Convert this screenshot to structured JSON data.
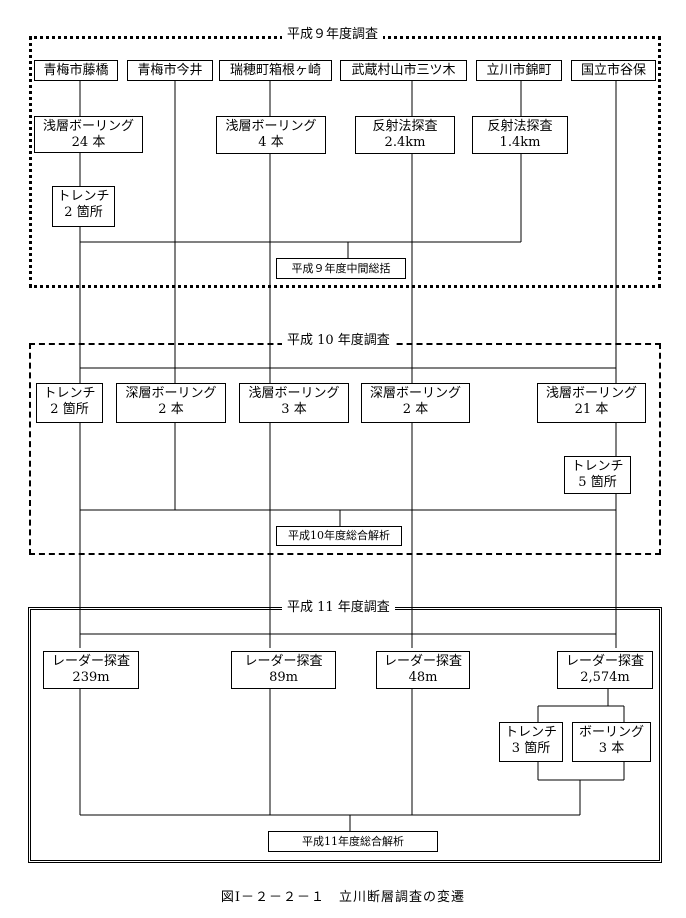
{
  "caption": "図Ⅰ－２－２－１　立川断層調査の変遷",
  "sections": [
    {
      "title": "平成９年度調査",
      "sites": [
        "青梅市藤橋",
        "青梅市今井",
        "瑞穂町箱根ヶ崎",
        "武蔵村山市三ツ木",
        "立川市錦町",
        "国立市谷保"
      ],
      "surveys": [
        {
          "l1": "浅層ボーリング",
          "l2": "24 本"
        },
        {
          "l1": "浅層ボーリング",
          "l2": "4 本"
        },
        {
          "l1": "反射法探査",
          "l2": "2.4km"
        },
        {
          "l1": "反射法探査",
          "l2": "1.4km"
        },
        {
          "l1": "トレンチ",
          "l2": "2 箇所"
        }
      ],
      "summary": "平成９年度中間総括"
    },
    {
      "title": "平成 10 年度調査",
      "surveys": [
        {
          "l1": "トレンチ",
          "l2": "2 箇所"
        },
        {
          "l1": "深層ボーリング",
          "l2": "2 本"
        },
        {
          "l1": "浅層ボーリング",
          "l2": "3 本"
        },
        {
          "l1": "深層ボーリング",
          "l2": "2 本"
        },
        {
          "l1": "浅層ボーリング",
          "l2": "21 本"
        },
        {
          "l1": "トレンチ",
          "l2": "5 箇所"
        }
      ],
      "summary": "平成10年度総合解析"
    },
    {
      "title": "平成 11 年度調査",
      "surveys": [
        {
          "l1": "レーダー探査",
          "l2": "239m"
        },
        {
          "l1": "レーダー探査",
          "l2": "89m"
        },
        {
          "l1": "レーダー探査",
          "l2": "48m"
        },
        {
          "l1": "レーダー探査",
          "l2": "2,574m"
        },
        {
          "l1": "トレンチ",
          "l2": "3 箇所"
        },
        {
          "l1": "ボーリング",
          "l2": "3 本"
        }
      ],
      "summary": "平成11年度総合解析"
    }
  ]
}
